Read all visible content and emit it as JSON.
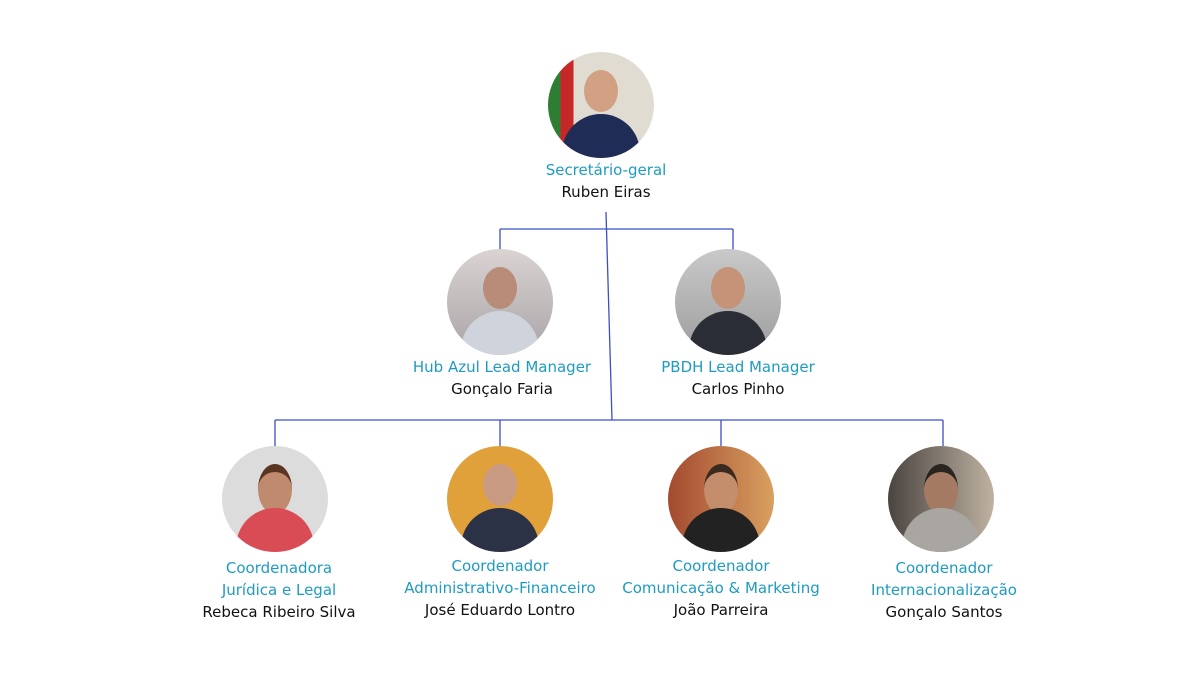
{
  "colors": {
    "role": "#1d9cc0",
    "name": "#111111",
    "connector": "#3a4fc8"
  },
  "top": {
    "role": "Secretário-geral",
    "name": "Ruben Eiras"
  },
  "managers": [
    {
      "role": "Hub Azul Lead Manager",
      "name": "Gonçalo Faria"
    },
    {
      "role": "PBDH Lead Manager",
      "name": "Carlos Pinho"
    }
  ],
  "coordinators": [
    {
      "role_line1": "Coordenadora",
      "role_line2": "Jurídica e Legal",
      "name": "Rebeca Ribeiro Silva"
    },
    {
      "role_line1": "Coordenador",
      "role_line2": "Administrativo-Financeiro",
      "name": "José Eduardo Lontro"
    },
    {
      "role_line1": "Coordenador",
      "role_line2": "Comunicação & Marketing",
      "name": "João Parreira"
    },
    {
      "role_line1": "Coordenador",
      "role_line2": "Internacionalização",
      "name": "Gonçalo Santos"
    }
  ]
}
